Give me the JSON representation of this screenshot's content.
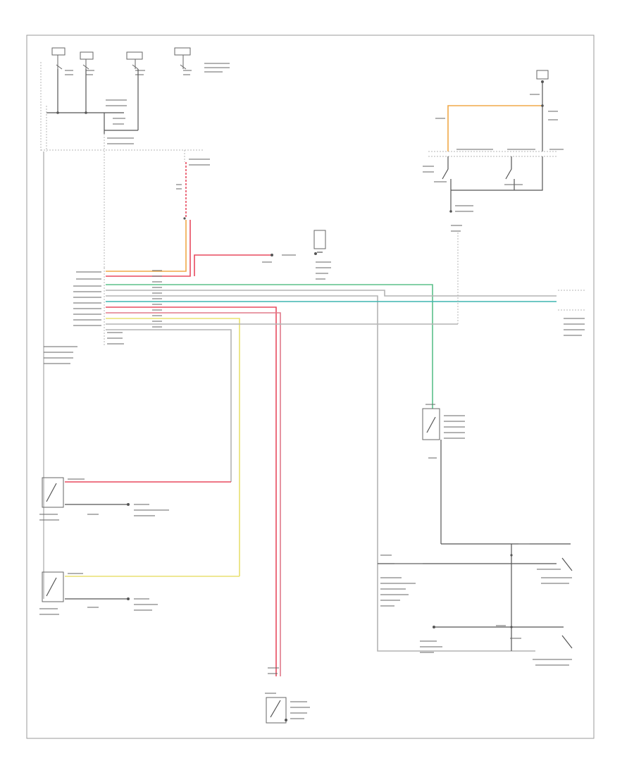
{
  "diagram": {
    "footer_code": "",
    "colors": {
      "red": "#e84a5f",
      "pink": "#e07a8a",
      "orange": "#f0a848",
      "green": "#5cc08a",
      "teal": "#3fb5b0",
      "yellow": "#e8e070",
      "gray": "#b4b4b4",
      "dark": "#555555"
    },
    "fuses": [
      {
        "label": "",
        "name": "fuse-1"
      },
      {
        "label": "",
        "name": "fuse-2"
      },
      {
        "label": "",
        "name": "fuse-3"
      },
      {
        "label": "",
        "name": "fuse-4"
      }
    ],
    "module_pins": [
      "",
      "",
      "",
      "",
      "",
      "",
      "",
      "",
      "",
      ""
    ],
    "components": [
      "module",
      "right-door-ajar-switch",
      "left-door-ajar-switch",
      "seat-belt-switch",
      "key-in-ignition-switch",
      "right-rear-door-ajar-switch",
      "left-rear-door-ajar-switch",
      "warning-chime-sensor",
      "headlamp-switch",
      "ground-g101"
    ]
  }
}
